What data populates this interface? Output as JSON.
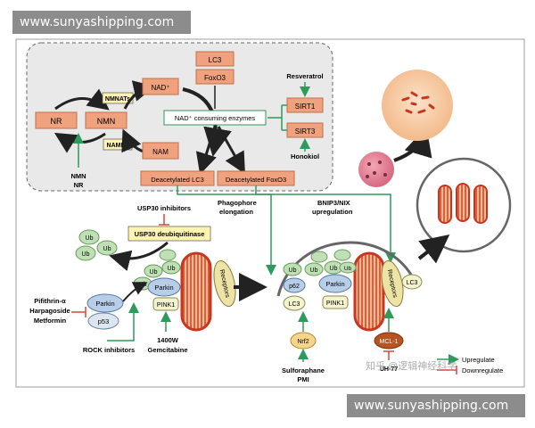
{
  "watermarks": {
    "top": "www.sunyashipping.com",
    "bottom": "www.sunyashipping.com",
    "zhihu": "知乎 @逻辑神经科学"
  },
  "metabolism": {
    "nr": "NR",
    "nmn": "NMN",
    "nmnats": "NMNATs",
    "nampt": "NAMPT",
    "nad": "NAD⁺",
    "lc3": "LC3",
    "foxo3": "FoxO3",
    "consuming": "NAD⁺ consuming enzymes",
    "nam": "NAM",
    "sirt1": "SIRT1",
    "sirt3": "SIRT3",
    "resveratrol": "Resveratrol",
    "honokiol": "Honokiol",
    "deacetylated_lc3": "Deacetylated LC3",
    "deacetylated_foxo3": "Deacetylated FoxO3",
    "nmn_nr_1": "NMN",
    "nmn_nr_2": "NR"
  },
  "left_panel": {
    "usp30_inhibitors": "USP30 inhibitors",
    "usp30": "USP30 deubiquitinase",
    "ub": "Ub",
    "parkin": "Parkin",
    "pink1": "PINK1",
    "p53": "p53",
    "receptors": "Receptors",
    "drugs": [
      "Pifithrin-α",
      "Harpagoside",
      "Metformin"
    ],
    "rock": "ROCK inhibitors",
    "w1400": "1400W",
    "gemcitabine": "Gemcitabine"
  },
  "middle": {
    "phagophore": [
      "Phagophore",
      "elongation"
    ],
    "bnip3": [
      "BNIP3/NIX",
      "upregulation"
    ]
  },
  "right_panel": {
    "ub": "Ub",
    "p62": "p62",
    "lc3": "LC3",
    "parkin": "Parkin",
    "pink1": "PINK1",
    "receptors": "Receptors",
    "nrf2": "Nrf2",
    "mcl1": "MCL-1",
    "uh": "UH-77",
    "sulforaphane": "Sulforaphane",
    "pmi": "PMI"
  },
  "legend": {
    "upregulate": "Upregulate",
    "downregulate": "Downregulate"
  },
  "colors": {
    "orange": "#f0a27e",
    "green": "#2e9a5c",
    "red": "#d24a3a",
    "panel": "#e9e9e9"
  }
}
